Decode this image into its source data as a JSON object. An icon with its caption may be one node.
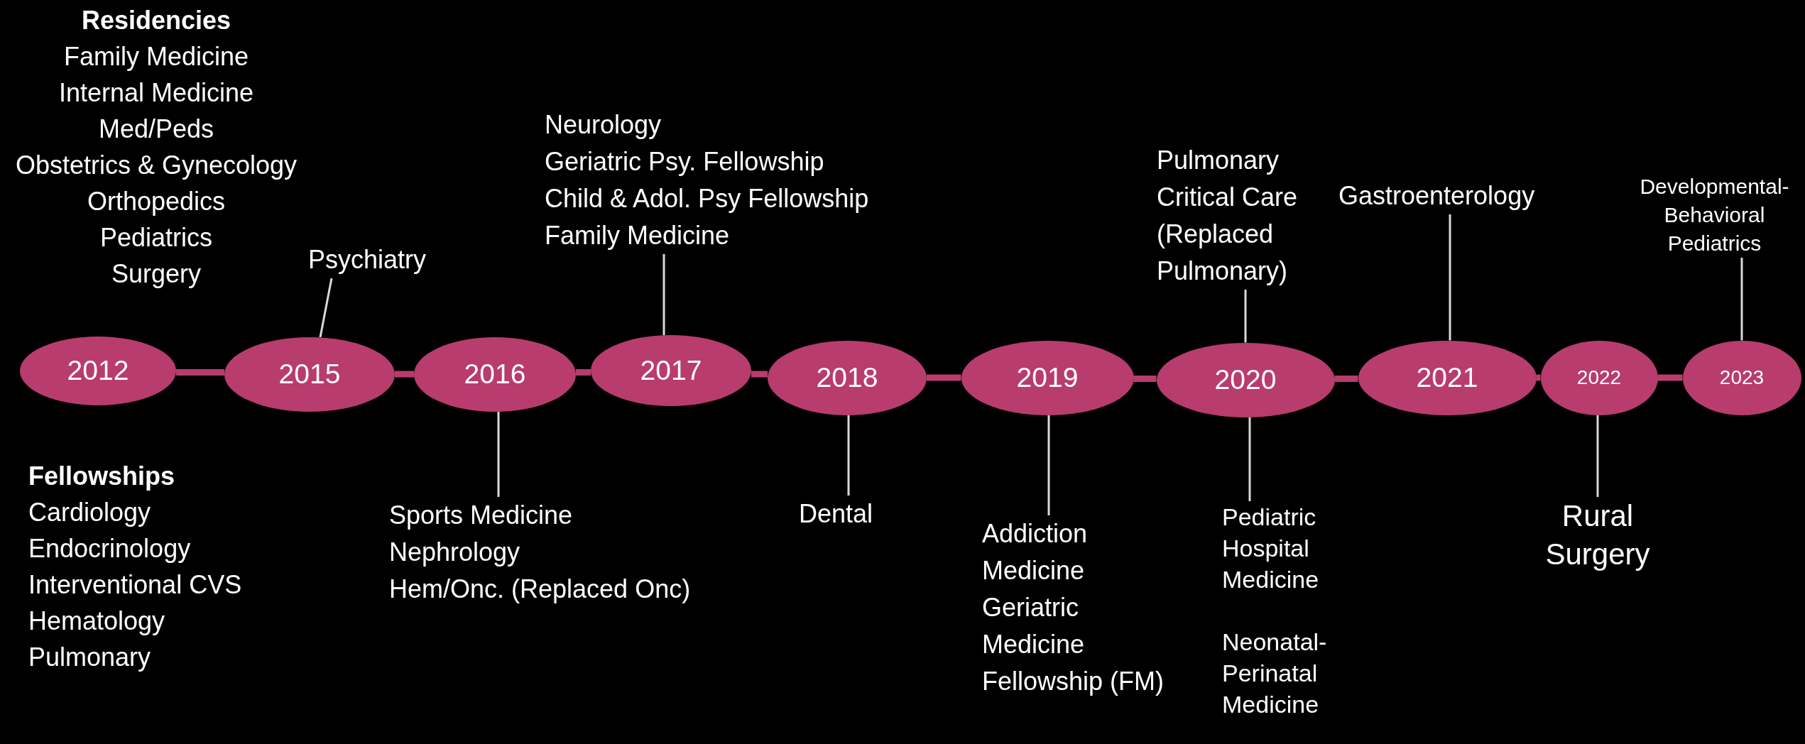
{
  "diagram": {
    "nodes": [
      {
        "text": [
          "2012"
        ]
      },
      {
        "text": [
          "2015"
        ]
      },
      {
        "text": [
          "2016"
        ]
      },
      {
        "text": [
          "2017"
        ]
      },
      {
        "text": [
          "2018"
        ]
      },
      {
        "text": [
          "2019"
        ]
      },
      {
        "text": [
          "2020"
        ]
      },
      {
        "text": [
          "2021"
        ]
      },
      {
        "text": [
          "2022"
        ]
      },
      {
        "text": [
          "2023"
        ]
      },
      {
        "text": [
          "Psychiatry"
        ]
      },
      {
        "text": [
          "Sports Medicine",
          "Nephrology",
          "Hem/Onc. (Replaced Onc)"
        ]
      },
      {
        "text": [
          "Neurology",
          "Geriatric Psy. Fellowship",
          "Child & Adol. Psy Fellowship",
          "Family Medicine"
        ]
      },
      {
        "text": [
          "Dental"
        ]
      },
      {
        "text": [
          "Addiction Medicine",
          "Geriatric Medicine Fellowship (FM)"
        ]
      },
      {
        "text": [
          "Pulmonary Critical Care (Replaced Pulmonary)"
        ]
      },
      {
        "text": [
          "Pediatric Hospital Medicine",
          "Neonatal-Perinatal Medicine"
        ]
      },
      {
        "text": [
          "Gastroenterology"
        ]
      },
      {
        "text": [
          "Rural Surgery"
        ]
      },
      {
        "text": [
          "Developmental-Behavioral Pediatrics"
        ]
      }
    ],
    "edges": [
      {
        "from": 0,
        "to": 1,
        "arrow": "none",
        "style": "thick",
        "color": "#b83c6e"
      },
      {
        "from": 1,
        "to": 2,
        "arrow": "none",
        "style": "thick",
        "color": "#b83c6e"
      },
      {
        "from": 2,
        "to": 3,
        "arrow": "none",
        "style": "thick",
        "color": "#b83c6e"
      },
      {
        "from": 3,
        "to": 4,
        "arrow": "none",
        "style": "thick",
        "color": "#b83c6e"
      },
      {
        "from": 4,
        "to": 5,
        "arrow": "none",
        "style": "thick",
        "color": "#b83c6e"
      },
      {
        "from": 5,
        "to": 6,
        "arrow": "none",
        "style": "thick",
        "color": "#b83c6e"
      },
      {
        "from": 6,
        "to": 7,
        "arrow": "none",
        "style": "thick",
        "color": "#b83c6e"
      },
      {
        "from": 7,
        "to": 8,
        "arrow": "none",
        "style": "thick",
        "color": "#b83c6e"
      },
      {
        "from": 8,
        "to": 9,
        "arrow": "none",
        "style": "thick",
        "color": "#b83c6e"
      },
      {
        "from": 10,
        "to": 1,
        "arrow": "none"
      },
      {
        "from": 11,
        "to": 2,
        "arrow": "none"
      },
      {
        "from": 12,
        "to": 3,
        "arrow": "none"
      },
      {
        "from": 13,
        "to": 4,
        "arrow": "none"
      },
      {
        "from": 14,
        "to": 5,
        "arrow": "none"
      },
      {
        "from": 15,
        "to": 6,
        "arrow": "none"
      },
      {
        "from": 16,
        "to": 6,
        "arrow": "none"
      },
      {
        "from": 17,
        "to": 7,
        "arrow": "none"
      },
      {
        "from": 18,
        "to": 8,
        "arrow": "none"
      },
      {
        "from": 19,
        "to": 9,
        "arrow": "none"
      }
    ],
    "labels": [
      "Residencies",
      "Family Medicine",
      "Internal Medicine",
      "Med/Peds",
      "Obstetrics & Gynecology",
      "Orthopedics",
      "Pediatrics",
      "Surgery",
      "Fellowships",
      "Cardiology",
      "Endocrinology",
      "Interventional CVS",
      "Hematology",
      "Pulmonary"
    ]
  }
}
